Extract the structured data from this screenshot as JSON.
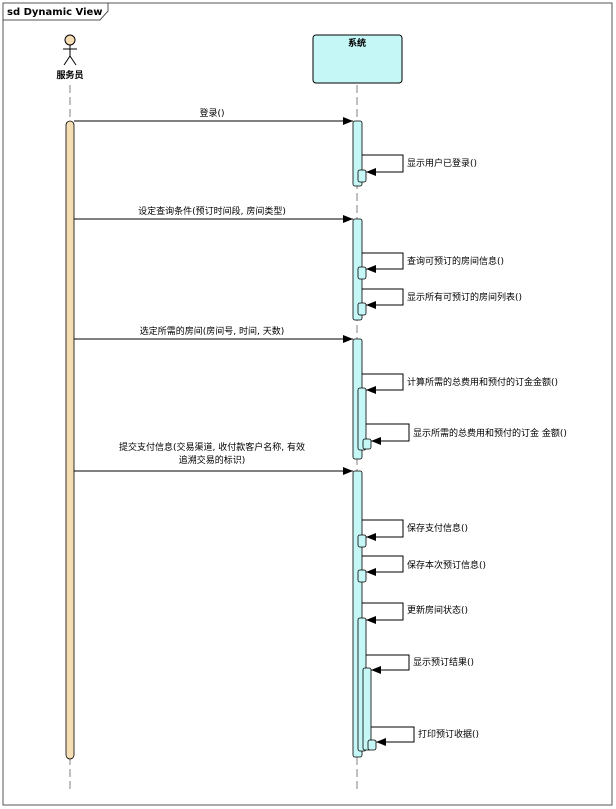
{
  "frame": {
    "title": "sd Dynamic View"
  },
  "actors": {
    "user": {
      "name": "服务员"
    },
    "system": {
      "name": "系统"
    }
  },
  "messages": [
    {
      "label": "登录()"
    },
    {
      "label": "设定查询条件(预订时间段, 房间类型)"
    },
    {
      "label": "选定所需的房间(房间号, 时间, 天数)"
    },
    {
      "label_line1": "提交支付信息(交易渠道, 收付款客户名称, 有效",
      "label_line2": "追溯交易的标识)"
    }
  ],
  "self_calls": [
    {
      "label": "显示用户已登录()"
    },
    {
      "label": "查询可预订的房间信息()"
    },
    {
      "label": "显示所有可预订的房间列表()"
    },
    {
      "label": "计算所需的总费用和预付的订金金额()"
    },
    {
      "label": "显示所需的总费用和预付的订金 金额()"
    },
    {
      "label": "保存支付信息()"
    },
    {
      "label": "保存本次预订信息()"
    },
    {
      "label": "更新房间状态()"
    },
    {
      "label": "显示预订结果()"
    },
    {
      "label": "打印预订收据()"
    }
  ],
  "colors": {
    "frame_border": "#555555",
    "lifeline": "#808080",
    "user_activation": "#f5deb3",
    "system_box": "#c6f7f7",
    "system_activation": "#c6f7f7",
    "stroke": "#000000"
  }
}
